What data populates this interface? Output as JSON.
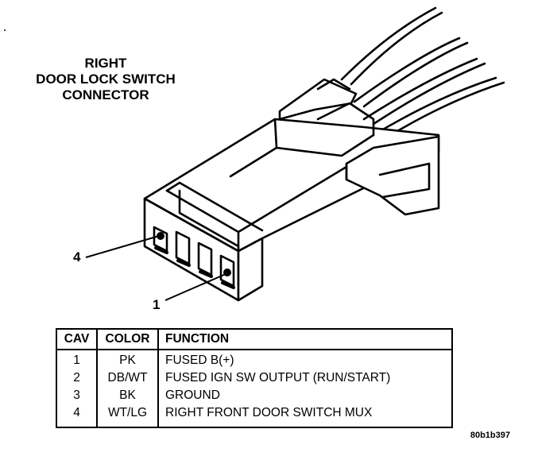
{
  "title": [
    "RIGHT",
    "DOOR LOCK SWITCH",
    "CONNECTOR"
  ],
  "callouts": {
    "pin4": "4",
    "pin1": "1"
  },
  "table": {
    "headers": {
      "cav": "CAV",
      "color": "COLOR",
      "function": "FUNCTION"
    },
    "rows": [
      {
        "cav": "1",
        "color": "PK",
        "function": "FUSED B(+)"
      },
      {
        "cav": "2",
        "color": "DB/WT",
        "function": "FUSED IGN SW OUTPUT (RUN/START)"
      },
      {
        "cav": "3",
        "color": "BK",
        "function": "GROUND"
      },
      {
        "cav": "4",
        "color": "WT/LG",
        "function": "RIGHT FRONT DOOR SWITCH MUX"
      }
    ]
  },
  "figure_id": "80b1b397"
}
